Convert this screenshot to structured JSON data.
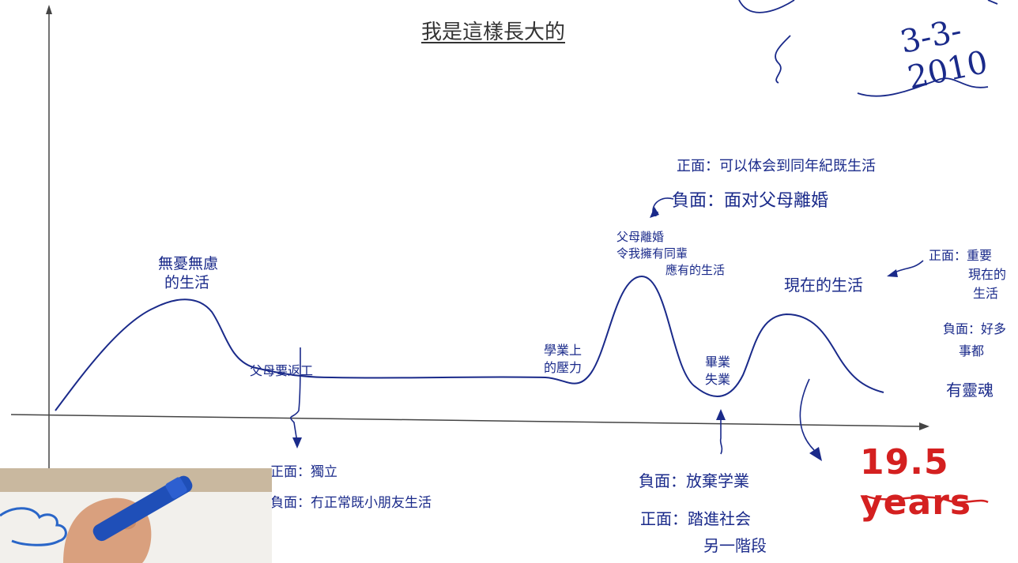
{
  "title": "我是這樣長大的",
  "date": "3-3-2010",
  "age": "19.5 years",
  "colors": {
    "ink": "#1a2a8a",
    "age_text": "#d42020",
    "axis": "#333333"
  },
  "labels": {
    "peak1": [
      "無憂無慮",
      "的生活"
    ],
    "dip1": "父母要返工",
    "dip1_pos": "正面：獨立",
    "dip1_neg": "負面：冇正常既小朋友生活",
    "school_pressure": [
      "學業上",
      "的壓力"
    ],
    "peak2": [
      "父母離婚",
      "令我擁有同輩",
      "應有的生活"
    ],
    "peak2_pos": "正面：可以体会到同年紀既生活",
    "peak2_neg": "負面：面对父母離婚",
    "dip3": [
      "畢業",
      "失業"
    ],
    "dip3_neg": "負面：放棄学業",
    "dip3_pos": [
      "正面：踏進社会",
      "另一階段"
    ],
    "current": "現在的生活",
    "current_pos": [
      "正面：重要",
      "現在的",
      "生活"
    ],
    "current_neg": [
      "負面：好多",
      "事都"
    ],
    "future": "有靈魂"
  },
  "inset": {
    "content": "hand-with-marker"
  }
}
